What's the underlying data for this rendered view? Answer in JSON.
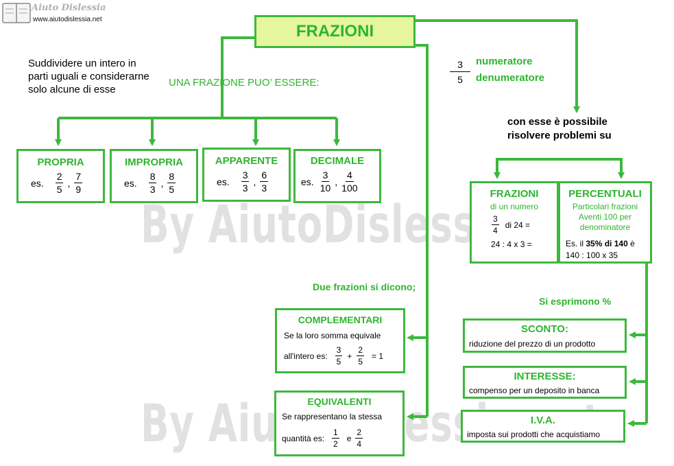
{
  "logo": {
    "brand": "Aiuto Dislessia",
    "url": "www.aiutodislessia.net"
  },
  "title": "FRAZIONI",
  "definition": [
    "Suddividere un intero in",
    "parti uguali e considerarne",
    "solo alcune di esse"
  ],
  "una_frazione_label": "UNA FRAZIONE PUO’ ESSERE:",
  "fraction_parts": {
    "num": "3",
    "den": "5",
    "num_label": "numeratore",
    "den_label": "denumeratore"
  },
  "problems_label": [
    "con esse è possibile",
    "risolvere problemi su"
  ],
  "types": [
    {
      "title": "PROPRIA",
      "es": "es.",
      "fractions": [
        [
          "2",
          "5"
        ],
        [
          "7",
          "9"
        ]
      ]
    },
    {
      "title": "IMPROPRIA",
      "es": "es.",
      "fractions": [
        [
          "8",
          "3"
        ],
        [
          "8",
          "5"
        ]
      ]
    },
    {
      "title": "APPARENTE",
      "es": "es.",
      "fractions": [
        [
          "3",
          "3"
        ],
        [
          "6",
          "3"
        ]
      ]
    },
    {
      "title": "DECIMALE",
      "es": "es.",
      "fractions": [
        [
          "3",
          "10"
        ],
        [
          "4",
          "100"
        ]
      ]
    }
  ],
  "frazioni_box": {
    "title": "FRAZIONI",
    "subtitle": "di un numero",
    "frac": [
      "3",
      "4"
    ],
    "line1": "di 24 =",
    "line2": "24 : 4 x 3 ="
  },
  "percentuali_box": {
    "title": "PERCENTUALI",
    "sub": [
      "Particolari frazioni",
      "Aventi 100 per",
      "denominatore"
    ],
    "es_pre": "Es. il ",
    "es_bold1": "35%",
    "es_mid": " di ",
    "es_bold2": "140",
    "es_post": " è",
    "line2": "140 : 100 x 35"
  },
  "due_frazioni_label": "Due frazioni si dicono;",
  "complementari": {
    "title": "COMPLEMENTARI",
    "line1": "Se la loro somma equivale",
    "line2": "all'intero es:",
    "f1": [
      "3",
      "5"
    ],
    "plus": "+",
    "f2": [
      "2",
      "5"
    ],
    "result": "= 1"
  },
  "equivalenti": {
    "title": "EQUIVALENTI",
    "line1": "Se rappresentano la stessa",
    "line2": "quantità es:",
    "f1": [
      "1",
      "2"
    ],
    "and": "e",
    "f2": [
      "2",
      "4"
    ]
  },
  "si_esprimono_label": "Si esprimono %",
  "percent_uses": [
    {
      "title": "SCONTO:",
      "desc": "riduzione del prezzo di un prodotto"
    },
    {
      "title": "INTERESSE:",
      "desc": "compenso per un deposito in  banca"
    },
    {
      "title": "I.V.A.",
      "desc": "imposta sui prodotti che acquistiamo"
    }
  ],
  "watermark": "By AiutoDislessia.net",
  "colors": {
    "green": "#3cb83c",
    "title_bg": "#e6f5a0",
    "text_green": "#2db52d"
  }
}
